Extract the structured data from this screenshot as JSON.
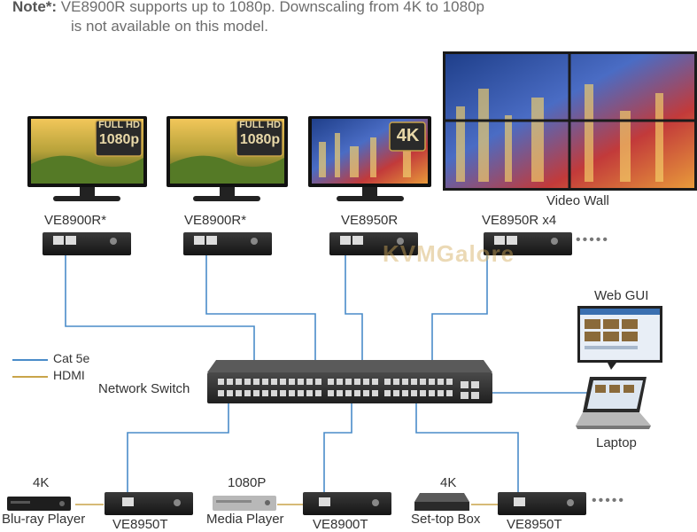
{
  "note": {
    "label": "Note*:",
    "line1": "VE8900R supports up to 1080p. Downscaling from 4K to 1080p",
    "line2": "is not available on this model."
  },
  "watermark": "KVMGalore",
  "displays": [
    {
      "model": "VE8900R*",
      "badge_top": "FULL HD",
      "badge_bottom": "1080p"
    },
    {
      "model": "VE8900R*",
      "badge_top": "FULL HD",
      "badge_bottom": "1080p"
    },
    {
      "model": "VE8950R",
      "badge_top": "4K",
      "badge_bottom": ""
    },
    {
      "model": "VE8950R x4",
      "badge_top": "",
      "badge_bottom": ""
    }
  ],
  "video_wall_label": "Video Wall",
  "legend": {
    "cat5e": {
      "label": "Cat 5e",
      "color": "#4a8cc9"
    },
    "hdmi": {
      "label": "HDMI",
      "color": "#c9a44a"
    }
  },
  "network_switch_label": "Network Switch",
  "web_gui_label": "Web GUI",
  "laptop_label": "Laptop",
  "sources": [
    {
      "resolution": "4K",
      "device": "Blu-ray Player",
      "transmitter": "VE8950T"
    },
    {
      "resolution": "1080P",
      "device": "Media Player",
      "transmitter": "VE8900T"
    },
    {
      "resolution": "4K",
      "device": "Set-top Box",
      "transmitter": "VE8950T"
    }
  ],
  "more_dots": "•••••"
}
